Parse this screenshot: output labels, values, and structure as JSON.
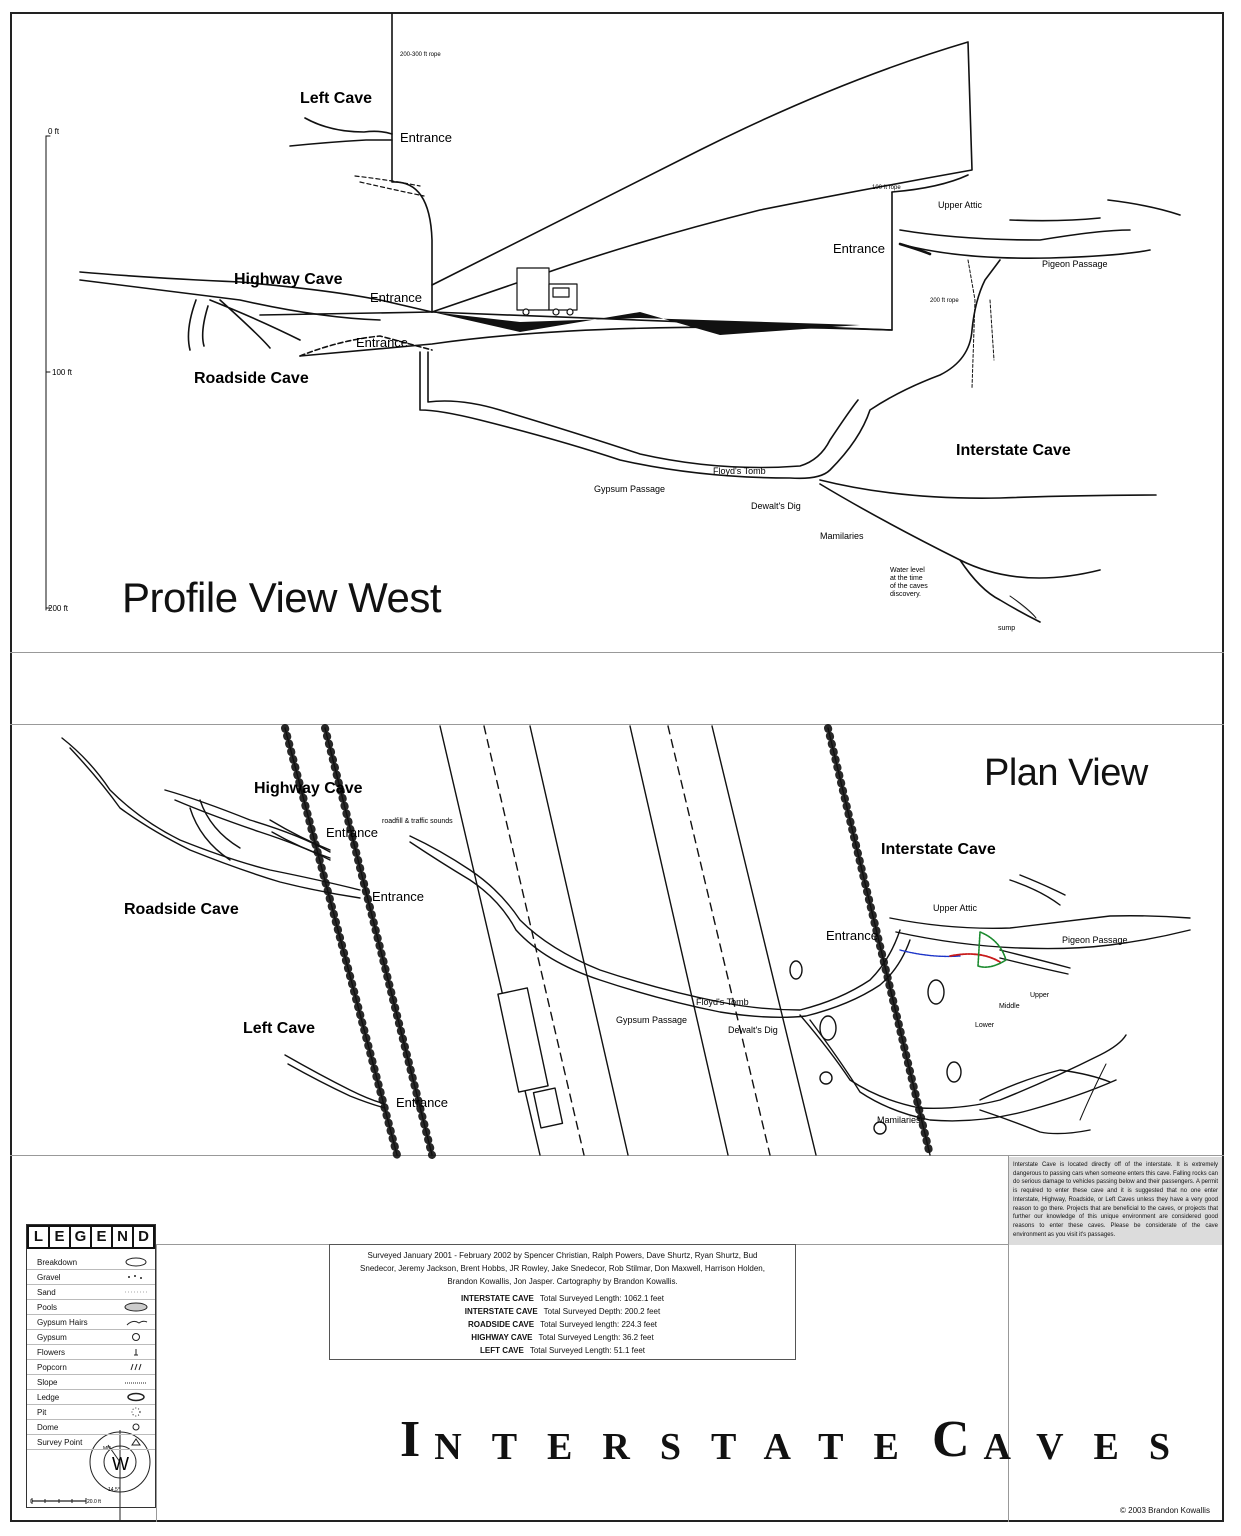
{
  "profile": {
    "title": "Profile View West",
    "caves": {
      "left": "Left Cave",
      "highway": "Highway Cave",
      "roadside": "Roadside Cave",
      "interstate": "Interstate Cave"
    },
    "entrance": "Entrance",
    "scale": {
      "top": "0 ft",
      "mid": "100 ft",
      "bottom": "200 ft"
    },
    "labels": {
      "rope_long": "200-300 ft rope",
      "rope_100": "100 ft rope",
      "rope_200": "200 ft rope",
      "upper_attic": "Upper Attic",
      "pigeon": "Pigeon Passage",
      "floyds": "Floyd's Tomb",
      "gypsum": "Gypsum Passage",
      "dewalts": "Dewalt's Dig",
      "mamilaries": "Mamilaries",
      "water_level": "Water level\nat the time\nof the caves\ndiscovery.",
      "sump": "sump"
    }
  },
  "plan": {
    "title": "Plan View",
    "caves": {
      "highway": "Highway Cave",
      "roadside": "Roadside Cave",
      "left": "Left Cave",
      "interstate": "Interstate Cave"
    },
    "entrance": "Entrance",
    "labels": {
      "roadfill": "roadfill & traffic sounds",
      "upper_attic": "Upper Attic",
      "pigeon": "Pigeon Passage",
      "floyds": "Floyd's Tomb",
      "gypsum": "Gypsum Passage",
      "dewalts": "Dewalt's Dig",
      "middle": "Middle",
      "upper": "Upper",
      "lower": "Lower",
      "mamilaries": "Mamilaries"
    }
  },
  "legend": {
    "letters": [
      "L",
      "E",
      "G",
      "E",
      "N",
      "D"
    ],
    "items": [
      "Breakdown",
      "Gravel",
      "Sand",
      "Pools",
      "Gypsum Hairs",
      "Gypsum",
      "Flowers",
      "Popcorn",
      "Slope",
      "Ledge",
      "Pit",
      "Dome",
      "Survey Point"
    ],
    "north": "W",
    "north_mn": "MN",
    "declination": "14.5°",
    "scale_start": "0",
    "scale_end": "20.0 ft"
  },
  "survey": {
    "credits": "Surveyed January 2001 - February 2002 by Spencer Christian, Ralph Powers, Dave Shurtz, Ryan Shurtz, Bud Snedecor, Jeremy Jackson, Brent Hobbs, JR Rowley, Jake Snedecor, Rob Stilmar, Don Maxwell, Harrison Holden, Brandon Kowallis, Jon Jasper. Cartography by Brandon Kowallis.",
    "stats": [
      {
        "cave": "INTERSTATE CAVE",
        "value": "Total Surveyed Length: 1062.1 feet"
      },
      {
        "cave": "INTERSTATE CAVE",
        "value": "Total Surveyed Depth: 200.2 feet"
      },
      {
        "cave": "ROADSIDE CAVE",
        "value": "Total Surveyed length: 224.3 feet"
      },
      {
        "cave": "HIGHWAY CAVE",
        "value": "Total Surveyed Length: 36.2 feet"
      },
      {
        "cave": "LEFT CAVE",
        "value": "Total Surveyed Length: 51.1 feet"
      }
    ]
  },
  "warning": "Interstate Cave is located directly off of the interstate. It is extremely dangerous to passing cars when someone enters this cave. Falling rocks can do serious damage to vehicles passing below and their passengers. A permit is required to enter these cave and it is suggested that no one enter Interstate, Highway, Roadside, or Left Caves unless they have a very good reason to go there. Projects that are beneficial to the caves, or projects that further our knowledge of this unique environment are considered good reasons to enter these caves. Please be considerate of the cave environment as you visit it's passages.",
  "title": {
    "first_initial": "I",
    "first_rest": "NTERSTATE",
    "second_initial": "C",
    "second_rest": "AVES"
  },
  "copyright": "© 2003 Brandon Kowallis"
}
